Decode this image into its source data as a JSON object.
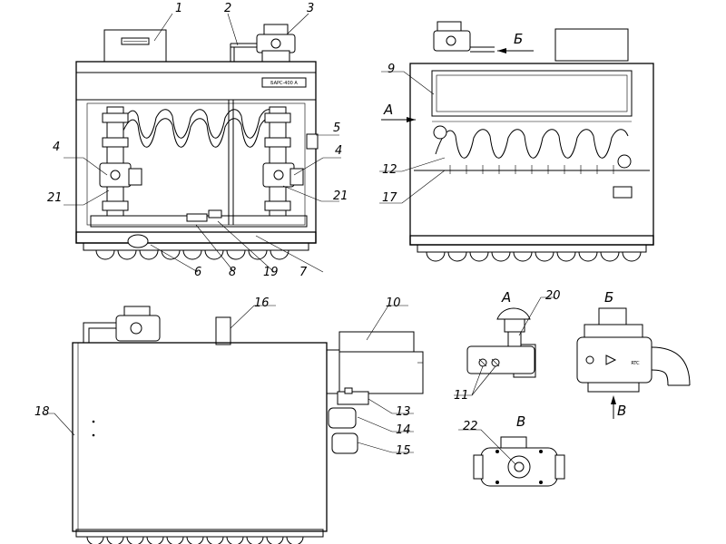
{
  "nameplate": "БАРС-400 А",
  "badge": "RTC",
  "callouts": {
    "c1": "1",
    "c2": "2",
    "c3": "3",
    "c4a": "4",
    "c4b": "4",
    "c5": "5",
    "c6": "6",
    "c7": "7",
    "c8": "8",
    "c19": "19",
    "c21a": "21",
    "c21b": "21",
    "c9": "9",
    "c12": "12",
    "c17": "17",
    "c10": "10",
    "c13": "13",
    "c14": "14",
    "c15": "15",
    "c16": "16",
    "c18": "18",
    "c20": "20",
    "c11": "11",
    "c22": "22"
  },
  "views": {
    "A_arrow": "А",
    "B_arrow": "Б",
    "A_title": "А",
    "B_title": "Б",
    "V_title": "В",
    "V_arrow": "В"
  }
}
